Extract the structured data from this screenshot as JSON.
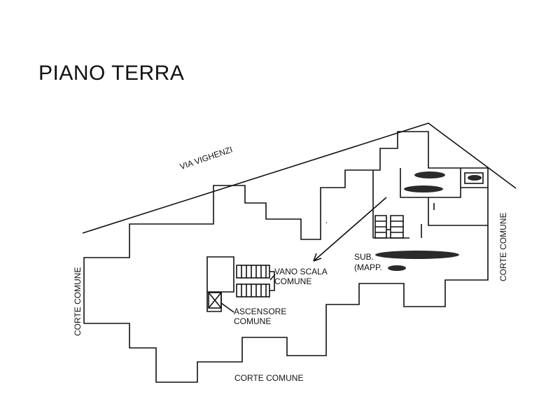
{
  "title": "PIANO TERRA",
  "labels": {
    "street": "VIA VIGHENZI",
    "corte_left": "CORTE COMUNE",
    "corte_right": "CORTE COMUNE",
    "corte_bottom": "CORTE COMUNE",
    "vano_scala_line1": "VANO SCALA",
    "vano_scala_line2": "COMUNE",
    "ascensore_line1": "ASCENSORE",
    "ascensore_line2": "COMUNE",
    "sub_prefix": "SUB.",
    "mapp_prefix": "(MAPP."
  },
  "colors": {
    "ink": "#111111",
    "redaction": "#2a2a2a",
    "background": "#ffffff"
  }
}
